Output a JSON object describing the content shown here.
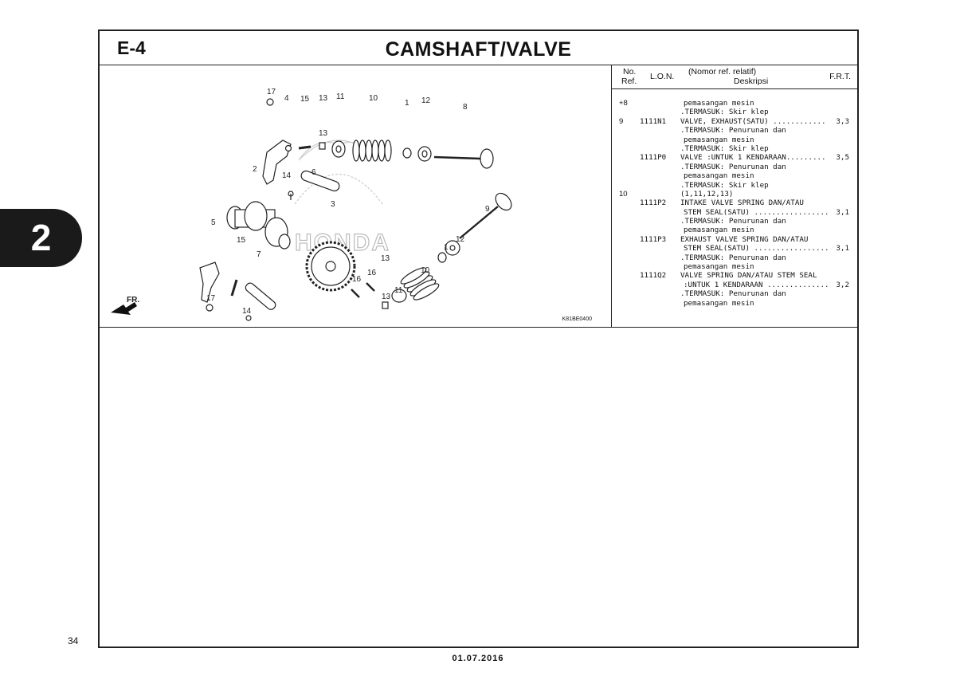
{
  "header": {
    "section_code": "E-4",
    "title": "CAMSHAFT/VALVE"
  },
  "chapter_tab": "2",
  "page_number": "34",
  "date": "01.07.2016",
  "diagram": {
    "code": "K81BE0400",
    "front_label": "FR.",
    "logo_text": "HONDA",
    "callouts": [
      "17",
      "4",
      "15",
      "13",
      "11",
      "10",
      "1",
      "12",
      "8",
      "13",
      "6",
      "14",
      "2",
      "3",
      "9",
      "5",
      "15",
      "7",
      "12",
      "1",
      "13",
      "16",
      "16",
      "10",
      "11",
      "13",
      "17",
      "14"
    ]
  },
  "table": {
    "headers": {
      "no": "No.",
      "ref": "Ref.",
      "lon": "L.O.N.",
      "nomor": "(Nomor ref. relatif)",
      "desc": "Deskripsi",
      "frt": "F.R.T."
    },
    "rows": [
      {
        "ref": "+8",
        "lon": "",
        "desc": "pemasangan mesin",
        "frt": "",
        "indent": true
      },
      {
        "ref": "",
        "lon": "",
        "desc": ".TERMASUK: Skir klep",
        "frt": ""
      },
      {
        "ref": "9",
        "lon": "1111N1",
        "desc": "VALVE, EXHAUST(SATU) ............",
        "frt": "3,3"
      },
      {
        "ref": "",
        "lon": "",
        "desc": ".TERMASUK: Penurunan dan",
        "frt": ""
      },
      {
        "ref": "",
        "lon": "",
        "desc": "pemasangan mesin",
        "frt": "",
        "indent": true
      },
      {
        "ref": "",
        "lon": "",
        "desc": ".TERMASUK: Skir klep",
        "frt": ""
      },
      {
        "ref": "",
        "lon": "1111P0",
        "desc": "VALVE :UNTUK 1 KENDARAAN.........",
        "frt": "3,5"
      },
      {
        "ref": "",
        "lon": "",
        "desc": ".TERMASUK: Penurunan dan",
        "frt": ""
      },
      {
        "ref": "",
        "lon": "",
        "desc": "pemasangan mesin",
        "frt": "",
        "indent": true
      },
      {
        "ref": "",
        "lon": "",
        "desc": ".TERMASUK: Skir klep",
        "frt": ""
      },
      {
        "ref": "10",
        "lon": "",
        "desc": "(1,11,12,13)",
        "frt": ""
      },
      {
        "ref": "",
        "lon": "1111P2",
        "desc": "INTAKE VALVE SPRING DAN/ATAU",
        "frt": ""
      },
      {
        "ref": "",
        "lon": "",
        "desc": "STEM SEAL(SATU) .................",
        "frt": "3,1",
        "indent": true
      },
      {
        "ref": "",
        "lon": "",
        "desc": ".TERMASUK: Penurunan dan",
        "frt": ""
      },
      {
        "ref": "",
        "lon": "",
        "desc": "pemasangan mesin",
        "frt": "",
        "indent": true
      },
      {
        "ref": "",
        "lon": "1111P3",
        "desc": "EXHAUST VALVE SPRING DAN/ATAU",
        "frt": ""
      },
      {
        "ref": "",
        "lon": "",
        "desc": "STEM SEAL(SATU) .................",
        "frt": "3,1",
        "indent": true
      },
      {
        "ref": "",
        "lon": "",
        "desc": ".TERMASUK: Penurunan dan",
        "frt": ""
      },
      {
        "ref": "",
        "lon": "",
        "desc": "pemasangan mesin",
        "frt": "",
        "indent": true
      },
      {
        "ref": "",
        "lon": "1111Q2",
        "desc": "VALVE SPRING DAN/ATAU STEM SEAL",
        "frt": ""
      },
      {
        "ref": "",
        "lon": "",
        "desc": ":UNTUK 1 KENDARAAN ..............",
        "frt": "3,2",
        "indent": true
      },
      {
        "ref": "",
        "lon": "",
        "desc": ".TERMASUK: Penurunan dan",
        "frt": ""
      },
      {
        "ref": "",
        "lon": "",
        "desc": "pemasangan mesin",
        "frt": "",
        "indent": true
      }
    ]
  }
}
